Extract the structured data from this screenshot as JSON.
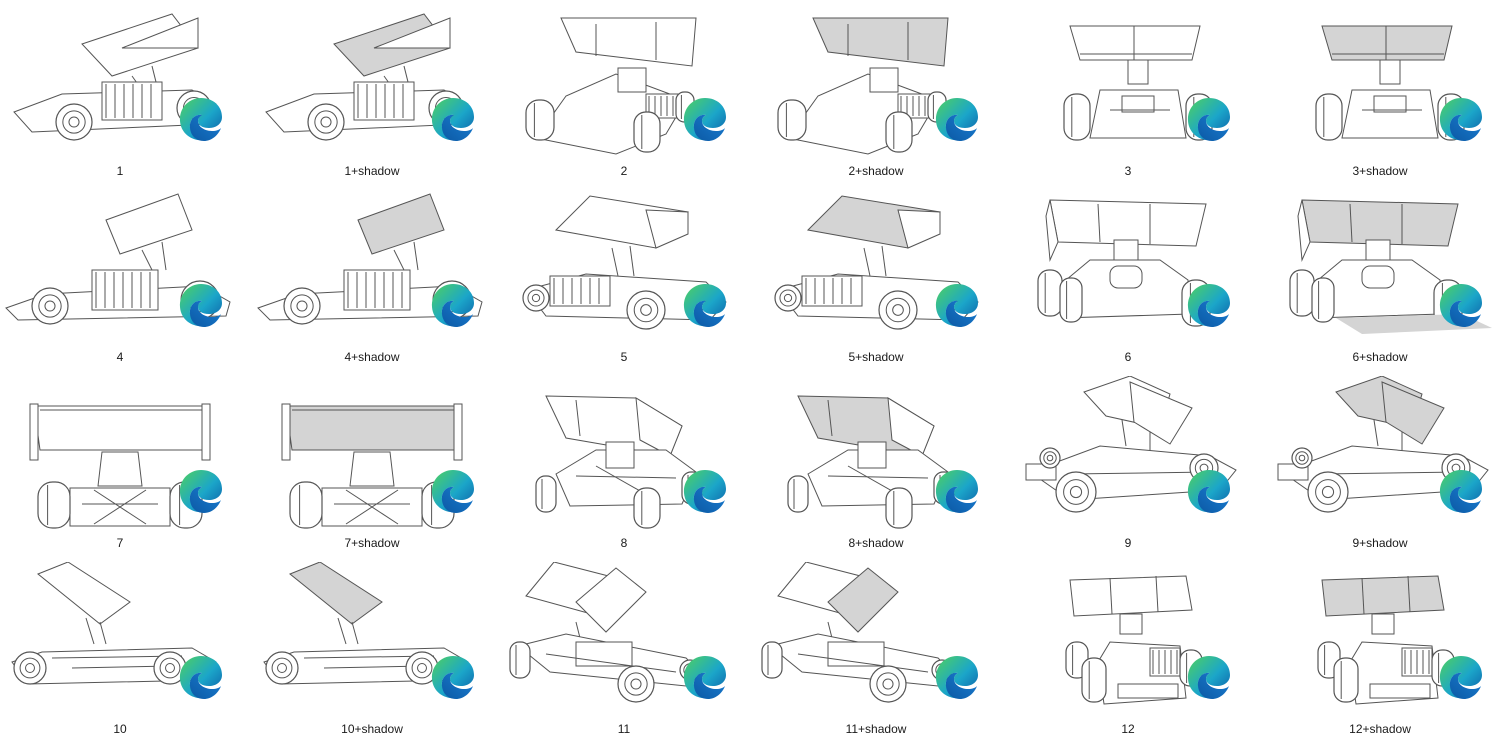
{
  "explorer": {
    "files": [
      {
        "name": "1",
        "shadow": false,
        "view": "side-left-raised"
      },
      {
        "name": "1+shadow",
        "shadow": true,
        "view": "side-left-raised"
      },
      {
        "name": "2",
        "shadow": false,
        "view": "front-three-quarter"
      },
      {
        "name": "2+shadow",
        "shadow": true,
        "view": "front-three-quarter"
      },
      {
        "name": "3",
        "shadow": false,
        "view": "front"
      },
      {
        "name": "3+shadow",
        "shadow": true,
        "view": "front"
      },
      {
        "name": "4",
        "shadow": false,
        "view": "side-left"
      },
      {
        "name": "4+shadow",
        "shadow": true,
        "view": "side-left"
      },
      {
        "name": "5",
        "shadow": false,
        "view": "side-right-raised"
      },
      {
        "name": "5+shadow",
        "shadow": true,
        "view": "side-right-raised"
      },
      {
        "name": "6",
        "shadow": false,
        "view": "rear-three-quarter"
      },
      {
        "name": "6+shadow",
        "shadow": true,
        "view": "rear-three-quarter"
      },
      {
        "name": "7",
        "shadow": false,
        "view": "rear"
      },
      {
        "name": "7+shadow",
        "shadow": true,
        "view": "rear"
      },
      {
        "name": "8",
        "shadow": false,
        "view": "rear-three-quarter-right"
      },
      {
        "name": "8+shadow",
        "shadow": true,
        "view": "rear-three-quarter-right"
      },
      {
        "name": "9",
        "shadow": false,
        "view": "front-three-quarter-left"
      },
      {
        "name": "9+shadow",
        "shadow": true,
        "view": "front-three-quarter-left"
      },
      {
        "name": "10",
        "shadow": false,
        "view": "side-left-low"
      },
      {
        "name": "10+shadow",
        "shadow": true,
        "view": "side-left-low"
      },
      {
        "name": "11",
        "shadow": false,
        "view": "side-right-three-quarter"
      },
      {
        "name": "11+shadow",
        "shadow": true,
        "view": "side-right-three-quarter"
      },
      {
        "name": "12",
        "shadow": false,
        "view": "front-high"
      },
      {
        "name": "12+shadow",
        "shadow": true,
        "view": "front-high"
      }
    ],
    "file_icon": "edge-browser-icon",
    "colors": {
      "line": "#555555",
      "shadow_fill": "#d4d4d4",
      "edge_blue": "#0c59a4",
      "edge_green": "#4fd15f",
      "edge_teal": "#1ba6c9"
    }
  }
}
